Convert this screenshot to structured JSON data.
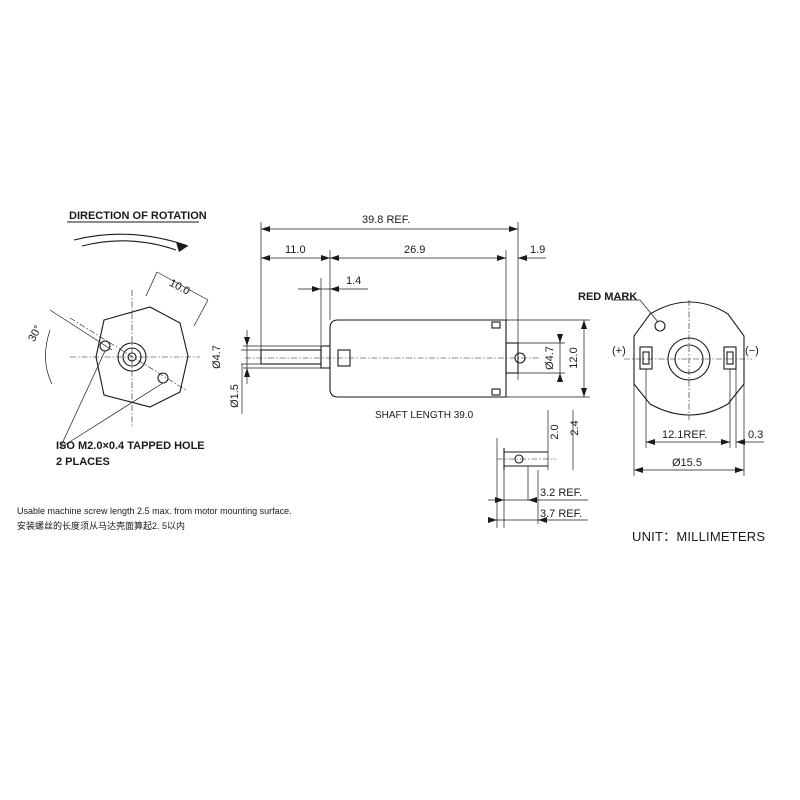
{
  "labels": {
    "direction": "DIRECTION OF ROTATION",
    "angle": "30°",
    "dim_10": "10.0",
    "tapped_hole": "ISO M2.0×0.4 TAPPED HOLE",
    "two_places": "2 PLACES",
    "overall": "39.8 REF.",
    "dim_11": "11.0",
    "dim_269": "26.9",
    "dim_19": "1.9",
    "dim_14": "1.4",
    "dia_47_left": "Ø4.7",
    "dia_15": "Ø1.5",
    "dia_47_right": "Ø4.7",
    "dim_12": "12.0",
    "shaft_length": "SHAFT LENGTH  39.0",
    "dim_20": "2.0",
    "dim_24": "2.4",
    "dim_32": "3.2 REF.",
    "dim_37": "3.7 REF.",
    "red_mark": "RED MARK",
    "plus": "(+)",
    "minus": "(−)",
    "dim_121": "12.1REF.",
    "dim_03": "0.3",
    "dia_155": "Ø15.5",
    "unit": "UNIT：MILLIMETERS"
  },
  "notes": {
    "screw_en": "Usable machine screw length 2.5 max. from motor mounting surface.",
    "screw_cn": "安装螺丝的长度须从马达壳面算起2. 5以内"
  }
}
